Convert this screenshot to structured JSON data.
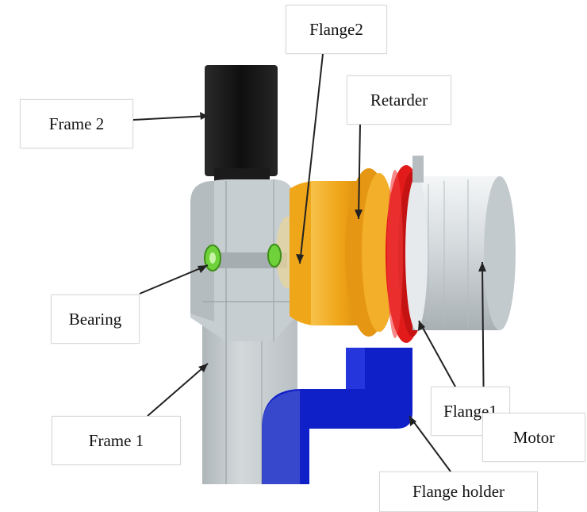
{
  "labels": {
    "flange2": "Flange2",
    "frame2": "Frame 2",
    "retarder": "Retarder",
    "bearing": "Bearing",
    "frame1": "Frame 1",
    "flange1": "Flange1",
    "motor": "Motor",
    "flange_holder": "Flange holder"
  },
  "colors": {
    "frame": "#c9d0d3",
    "frame_dark": "#9aa3a6",
    "frame2_block": "#161616",
    "bearing": "#6fd23a",
    "retarder": "#f3a81c",
    "flange1": "#e21a1a",
    "motor": "#d7dde1",
    "flange_holder": "#1020c8",
    "leader_line": "#222222"
  }
}
